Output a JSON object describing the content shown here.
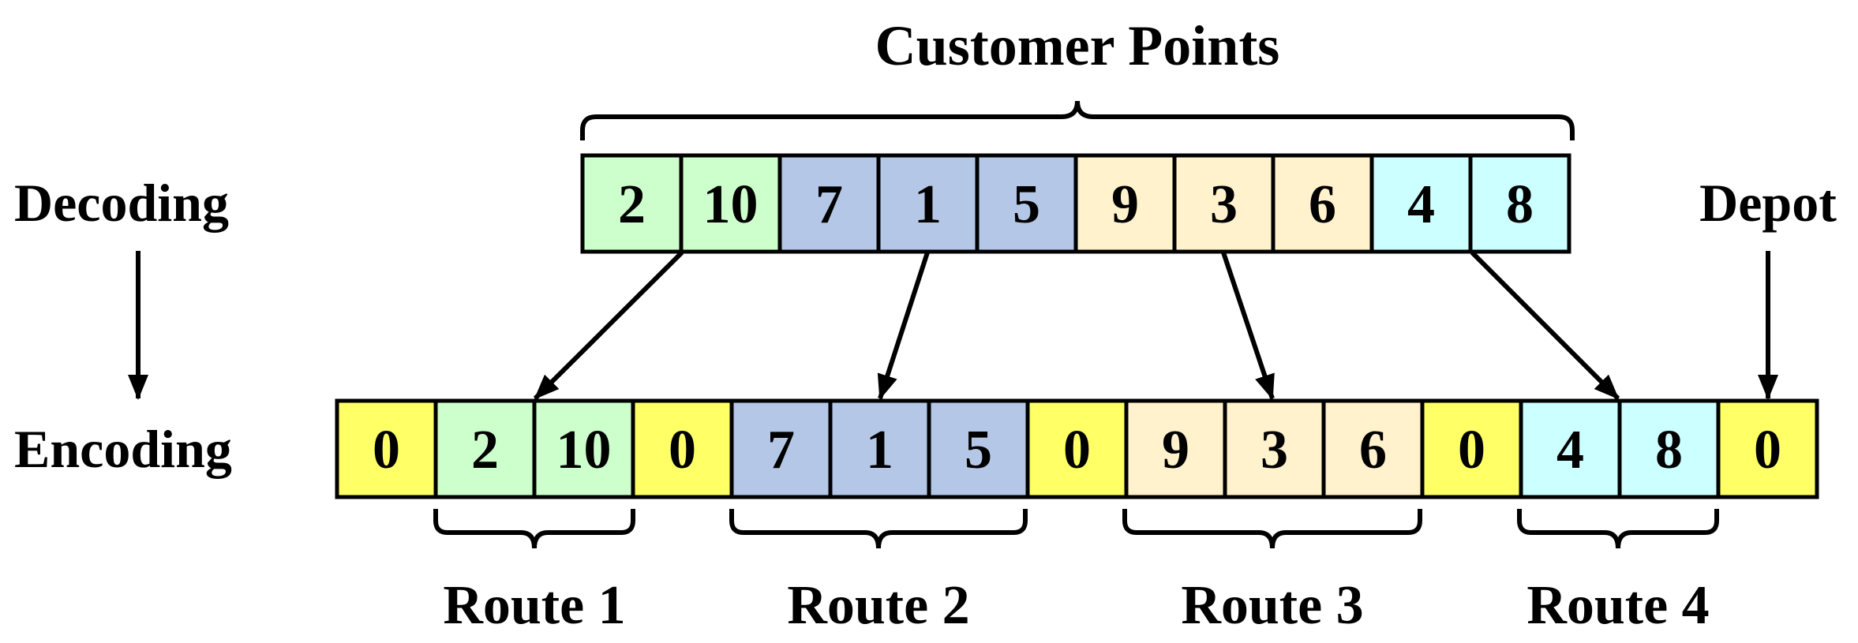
{
  "labels": {
    "customer_points": "Customer Points",
    "decoding": "Decoding",
    "encoding": "Encoding",
    "depot": "Depot"
  },
  "colors": {
    "route1": "#ccffcc",
    "route2": "#b4c7e7",
    "route3": "#fff2cc",
    "route4": "#ccffff",
    "depot": "#ffff66",
    "stroke": "#000000"
  },
  "decoding_cells": [
    {
      "value": "2",
      "group": "route1"
    },
    {
      "value": "10",
      "group": "route1"
    },
    {
      "value": "7",
      "group": "route2"
    },
    {
      "value": "1",
      "group": "route2"
    },
    {
      "value": "5",
      "group": "route2"
    },
    {
      "value": "9",
      "group": "route3"
    },
    {
      "value": "3",
      "group": "route3"
    },
    {
      "value": "6",
      "group": "route3"
    },
    {
      "value": "4",
      "group": "route4"
    },
    {
      "value": "8",
      "group": "route4"
    }
  ],
  "encoding_cells": [
    {
      "value": "0",
      "group": "depot"
    },
    {
      "value": "2",
      "group": "route1"
    },
    {
      "value": "10",
      "group": "route1"
    },
    {
      "value": "0",
      "group": "depot"
    },
    {
      "value": "7",
      "group": "route2"
    },
    {
      "value": "1",
      "group": "route2"
    },
    {
      "value": "5",
      "group": "route2"
    },
    {
      "value": "0",
      "group": "depot"
    },
    {
      "value": "9",
      "group": "route3"
    },
    {
      "value": "3",
      "group": "route3"
    },
    {
      "value": "6",
      "group": "route3"
    },
    {
      "value": "0",
      "group": "depot"
    },
    {
      "value": "4",
      "group": "route4"
    },
    {
      "value": "8",
      "group": "route4"
    },
    {
      "value": "0",
      "group": "depot"
    }
  ],
  "routes": [
    {
      "label": "Route 1"
    },
    {
      "label": "Route 2"
    },
    {
      "label": "Route 3"
    },
    {
      "label": "Route 4"
    }
  ]
}
